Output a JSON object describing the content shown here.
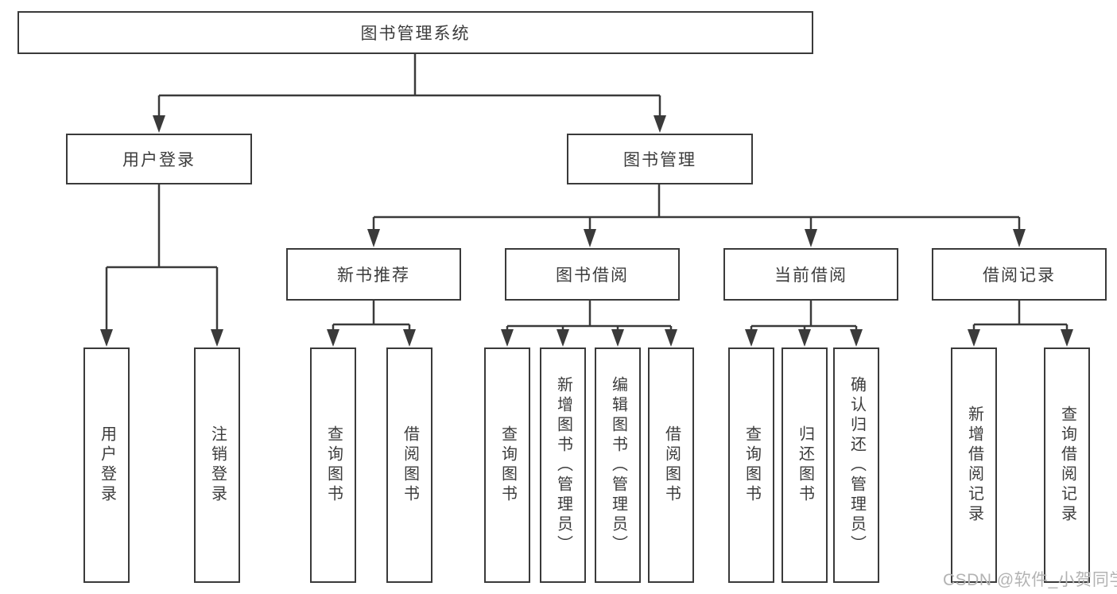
{
  "diagram": {
    "type": "hierarchy-tree",
    "nodes": {
      "root": "图书管理系统",
      "level2": [
        "用户登录",
        "图书管理"
      ],
      "level3": [
        "新书推荐",
        "图书借阅",
        "当前借阅",
        "借阅记录"
      ],
      "leaves": {
        "user_login": [
          "用户登录",
          "注销登录"
        ],
        "new_book": [
          "查询图书",
          "借阅图书"
        ],
        "borrow": [
          "查询图书",
          "新增图书（管理员）",
          "编辑图书（管理员）",
          "借阅图书"
        ],
        "current": [
          "查询图书",
          "归还图书",
          "确认归还（管理员）"
        ],
        "records": [
          "新增借阅记录",
          "查询借阅记录"
        ]
      }
    },
    "edges": [
      {
        "from": "图书管理系统",
        "to": [
          "用户登录",
          "图书管理"
        ]
      },
      {
        "from": "用户登录",
        "to": [
          "用户登录",
          "注销登录"
        ]
      },
      {
        "from": "图书管理",
        "to": [
          "新书推荐",
          "图书借阅",
          "当前借阅",
          "借阅记录"
        ]
      },
      {
        "from": "新书推荐",
        "to": [
          "查询图书",
          "借阅图书"
        ]
      },
      {
        "from": "图书借阅",
        "to": [
          "查询图书",
          "新增图书（管理员）",
          "编辑图书（管理员）",
          "借阅图书"
        ]
      },
      {
        "from": "当前借阅",
        "to": [
          "查询图书",
          "归还图书",
          "确认归还（管理员）"
        ]
      },
      {
        "from": "借阅记录",
        "to": [
          "新增借阅记录",
          "查询借阅记录"
        ]
      }
    ],
    "colors": {
      "line": "#3a3a3a",
      "border": "#3a3a3a",
      "text": "#3c3c3c",
      "background": "#ffffff",
      "watermark": "#b3b3b3"
    }
  },
  "watermark": "CSDN @软件_小贺同学"
}
